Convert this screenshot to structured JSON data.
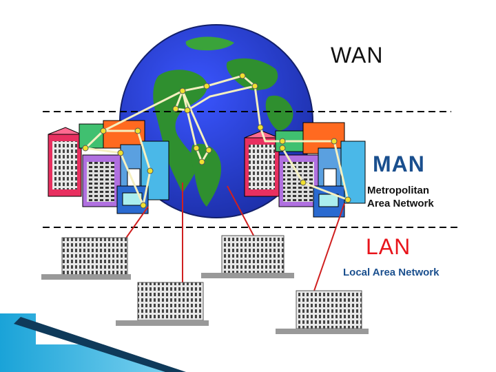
{
  "labels": {
    "wan": "WAN",
    "man": "MAN",
    "man_sub_line1": "Metropolitan",
    "man_sub_line2": "Area Network",
    "lan": "LAN",
    "lan_sub": "Local Area Network"
  },
  "colors": {
    "ocean": "#2b3fd1",
    "land": "#2f8f2f",
    "wan_link": "#f5f0c0",
    "node": "#f0e030",
    "lan_link": "#d02020",
    "man_accent": "#1a4f8e",
    "lan_accent": "#e8141b",
    "divider": "#000000"
  },
  "icons": [
    "globe-icon",
    "building-cluster-icon",
    "office-building-icon"
  ]
}
